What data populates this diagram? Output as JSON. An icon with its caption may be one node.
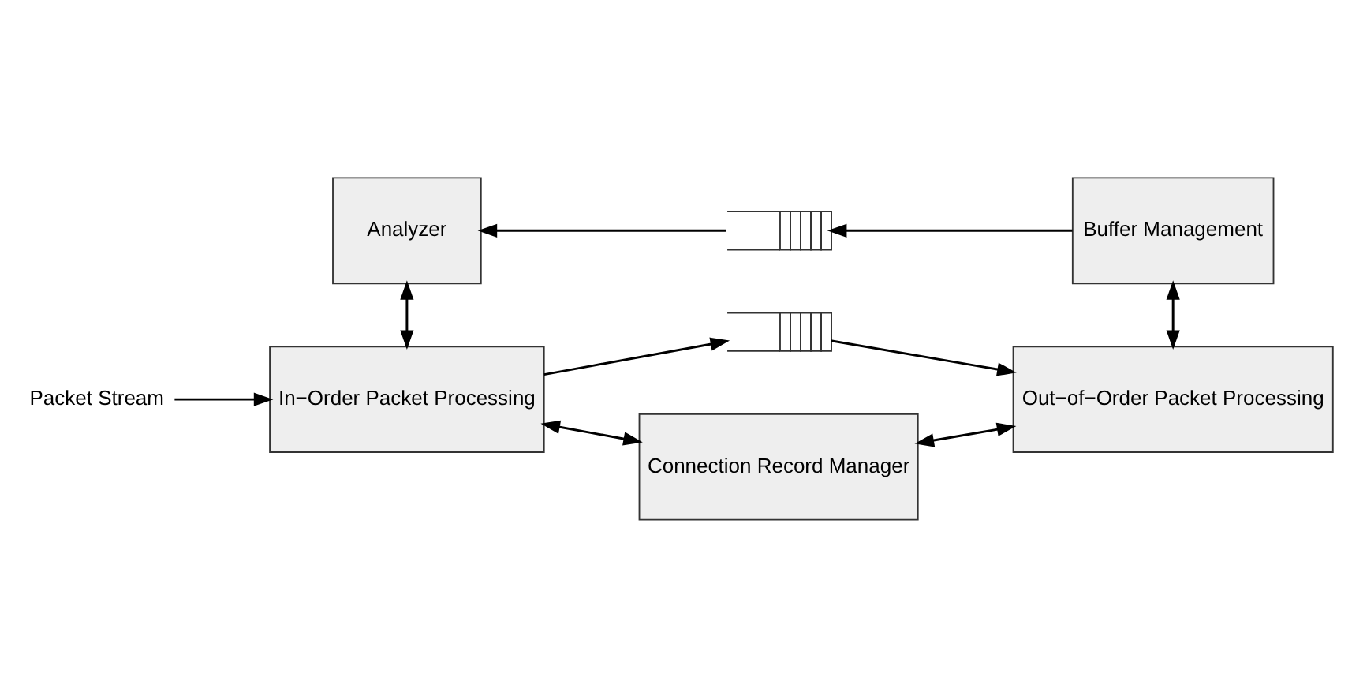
{
  "diagram": {
    "nodes": [
      {
        "text": [
          "Analyzer"
        ]
      },
      {
        "text": [],
        "shape": "queue"
      },
      {
        "text": [
          "Buffer Management"
        ]
      },
      {
        "text": [
          "Packet Stream"
        ]
      },
      {
        "text": [
          "In−Order Packet Processing"
        ]
      },
      {
        "text": [],
        "shape": "queue"
      },
      {
        "text": [
          "Out−of−Order Packet Processing"
        ]
      },
      {
        "text": [
          "Connection Record Manager"
        ]
      }
    ],
    "edges": [
      {
        "from": 2,
        "to": 1,
        "arrow": "to"
      },
      {
        "from": 1,
        "to": 0,
        "arrow": "to"
      },
      {
        "from": 0,
        "to": 4,
        "arrow": "both"
      },
      {
        "from": 3,
        "to": 4,
        "arrow": "to"
      },
      {
        "from": 4,
        "to": 5,
        "arrow": "to"
      },
      {
        "from": 5,
        "to": 6,
        "arrow": "to"
      },
      {
        "from": 2,
        "to": 6,
        "arrow": "both"
      },
      {
        "from": 4,
        "to": 7,
        "arrow": "both"
      },
      {
        "from": 7,
        "to": 6,
        "arrow": "both"
      }
    ]
  }
}
